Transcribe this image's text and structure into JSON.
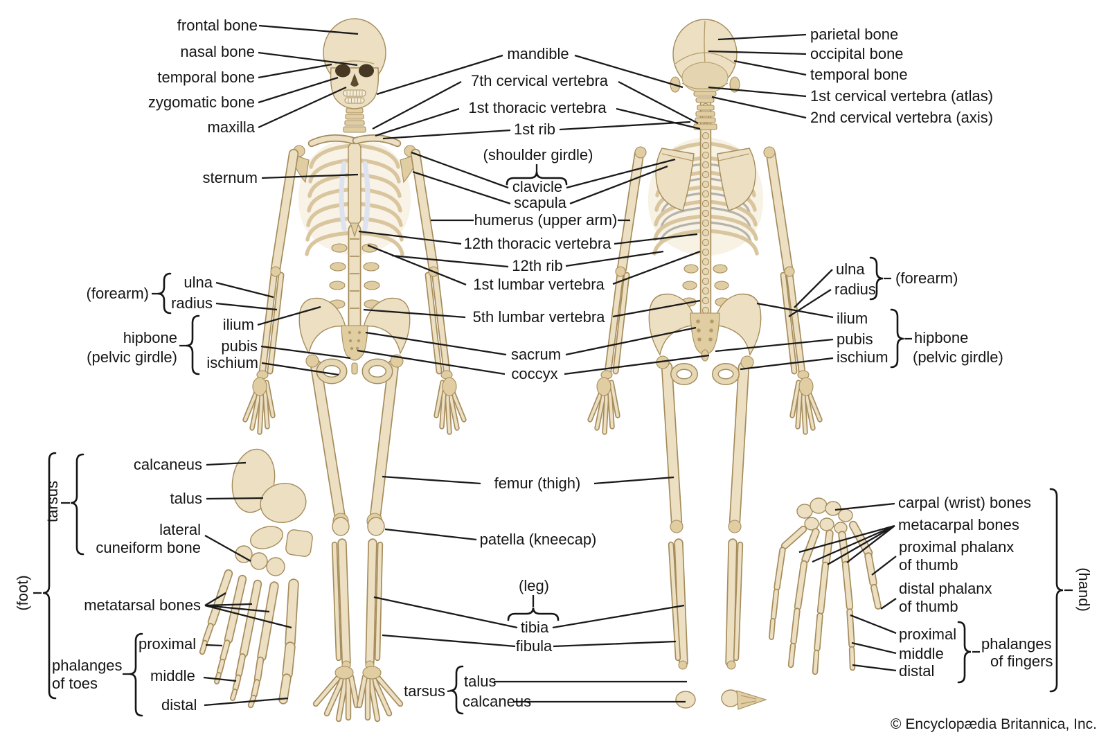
{
  "figure": {
    "subject": "human skeleton, front and back views, with foot and hand details",
    "credit": "© Encyclopædia Britannica, Inc."
  },
  "front_skull": {
    "frontal_bone": "frontal bone",
    "nasal_bone": "nasal bone",
    "temporal_bone": "temporal bone",
    "zygomatic_bone": "zygomatic bone",
    "maxilla": "maxilla",
    "sternum": "sternum"
  },
  "spine_column": {
    "mandible": "mandible",
    "c7": "7th cervical vertebra",
    "t1": "1st thoracic vertebra",
    "rib1": "1st rib",
    "shoulder_girdle": "(shoulder girdle)",
    "clavicle": "clavicle",
    "scapula": "scapula",
    "humerus": "humerus (upper arm)",
    "t12": "12th thoracic vertebra",
    "rib12": "12th rib",
    "l1": "1st lumbar vertebra",
    "l5": "5th lumbar vertebra",
    "sacrum": "sacrum",
    "coccyx": "coccyx"
  },
  "back_skull": {
    "parietal_bone": "parietal bone",
    "occipital_bone": "occipital bone",
    "temporal_bone": "temporal bone",
    "atlas": "1st cervical vertebra (atlas)",
    "axis": "2nd cervical vertebra (axis)"
  },
  "forearm_left": {
    "group": "(forearm)",
    "ulna": "ulna",
    "radius": "radius"
  },
  "hip_left": {
    "group_line1": "hipbone",
    "group_line2": "(pelvic girdle)",
    "ilium": "ilium",
    "pubis": "pubis",
    "ischium": "ischium"
  },
  "forearm_right": {
    "ulna": "ulna",
    "radius": "radius",
    "group": "(forearm)"
  },
  "hip_right": {
    "ilium": "ilium",
    "pubis": "pubis",
    "ischium": "ischium",
    "group_line1": "hipbone",
    "group_line2": "(pelvic girdle)"
  },
  "leg": {
    "femur": "femur (thigh)",
    "patella": "patella (kneecap)",
    "group": "(leg)",
    "tibia": "tibia",
    "fibula": "fibula",
    "tarsus": "tarsus",
    "talus": "talus",
    "calcaneus": "calcaneus"
  },
  "foot": {
    "group": "(foot)",
    "tarsus": "tarsus",
    "calcaneus": "calcaneus",
    "talus": "talus",
    "cuneiform_line1": "lateral",
    "cuneiform_line2": "cuneiform bone",
    "metatarsals": "metatarsal bones",
    "phalanges_line1": "phalanges",
    "phalanges_line2": "of toes",
    "proximal": "proximal",
    "middle": "middle",
    "distal": "distal"
  },
  "hand": {
    "carpal": "carpal (wrist) bones",
    "metacarpal": "metacarpal bones",
    "prox_thumb_line1": "proximal phalanx",
    "prox_thumb_line2": "of thumb",
    "dist_thumb_line1": "distal phalanx",
    "dist_thumb_line2": "of thumb",
    "proximal": "proximal",
    "middle": "middle",
    "distal": "distal",
    "phalanges_line1": "phalanges",
    "phalanges_line2": "of fingers",
    "group": "(hand)"
  },
  "colors": {
    "bone_light": "#ecdfc2",
    "bone_mid": "#dbc79c",
    "bone_edge": "#a58c5c",
    "cartilage": "#dde2ee",
    "rib_shadow": "#a3a19b",
    "leader_line": "#1a1a1a",
    "text": "#151515",
    "background": "#ffffff"
  }
}
